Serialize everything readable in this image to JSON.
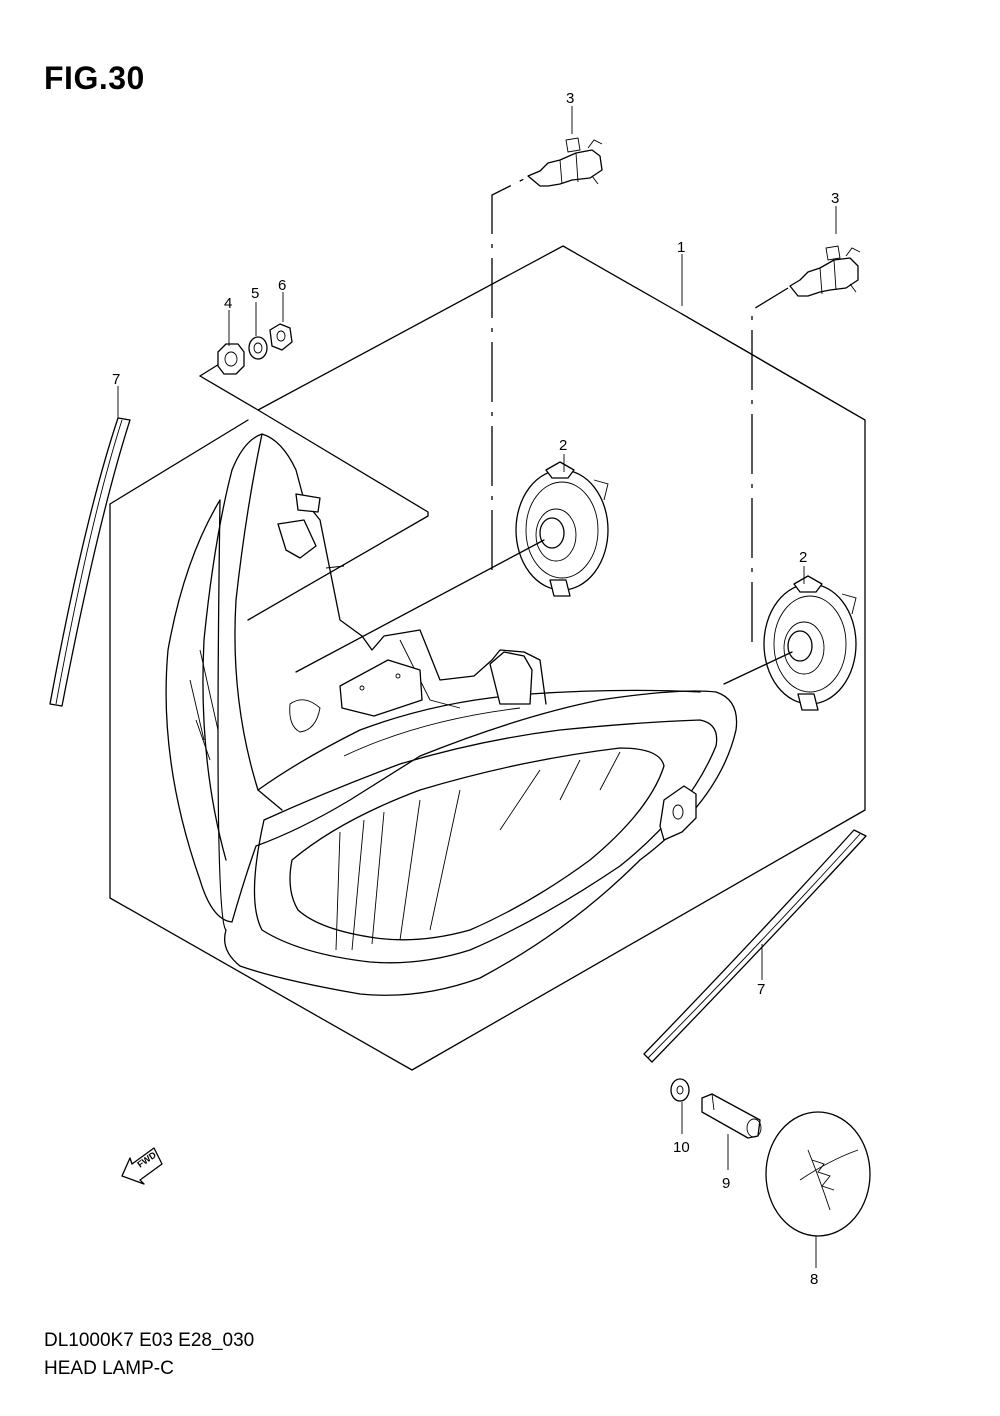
{
  "figure": {
    "title": "FIG.30",
    "code": "DL1000K7  E03  E28_030",
    "name": "HEAD LAMP-C",
    "fwd_label": "FWD"
  },
  "callouts": {
    "c1": "1",
    "c2a": "2",
    "c2b": "2",
    "c3a": "3",
    "c3b": "3",
    "c4": "4",
    "c5": "5",
    "c6": "6",
    "c7a": "7",
    "c7b": "7",
    "c8": "8",
    "c9": "9",
    "c10": "10"
  }
}
